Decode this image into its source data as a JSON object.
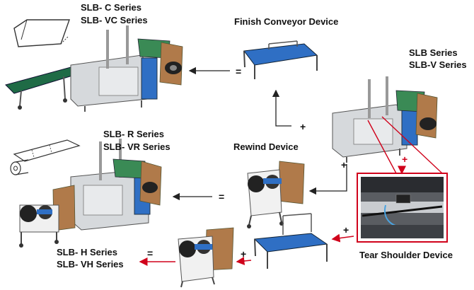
{
  "labels": {
    "c_series_1": "SLB- C Series",
    "c_series_2": "SLB- VC Series",
    "finish_conveyor": "Finish Conveyor Device",
    "slb_series_1": "SLB Series",
    "slb_series_2": "SLB-V Series",
    "r_series_1": "SLB- R Series",
    "r_series_2": "SLB- VR Series",
    "rewind": "Rewind Device",
    "h_series_1": "SLB- H Series",
    "h_series_2": "SLB- VH Series",
    "tear_shoulder": "Tear Shoulder Device"
  },
  "symbols": {
    "equals": "=",
    "plus": "+"
  },
  "colors": {
    "arrow_black": "#222222",
    "arrow_red": "#d0021b",
    "frame_red": "#d0021b",
    "conveyor_blue": "#2f6fc4",
    "machine_gray": "#cfd3d6",
    "panel_blue": "#2f6fc4",
    "paper_brown": "#b07a4a",
    "belt_green": "#1f6b46"
  }
}
